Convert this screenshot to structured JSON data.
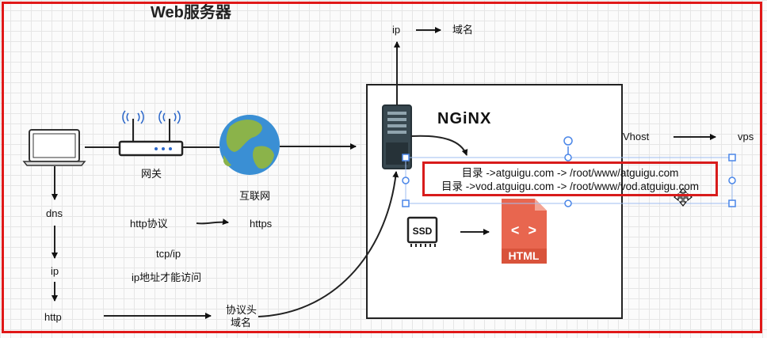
{
  "title": "Web服务器",
  "nodes": {
    "gateway": "网关",
    "internet": "互联网",
    "dns": "dns",
    "ip_left": "ip",
    "http": "http",
    "http_protocol": "http协议",
    "https": "https",
    "tcpip": "tcp/ip",
    "ip_access": "ip地址才能访问",
    "header_line1": "协议头",
    "header_line2": "域名",
    "ip_top": "ip",
    "domain_top": "域名",
    "vhost": "Vhost",
    "vps": "vps",
    "nginx": "NGiNX",
    "ssd": "SSD",
    "html": "HTML",
    "html_code": "< >"
  },
  "mapping": {
    "line1": "目录 ->atguigu.com -> /root/www/atguigu.com",
    "line2": "目录 ->vod.atguigu.com -> /root/www/vod.atguigu.com"
  },
  "colors": {
    "highlight_border": "#d81b1b",
    "outer_frame": "#e01818",
    "html_file": "#e8664f",
    "globe_ocean": "#3a8fd4",
    "globe_land": "#8bb34a",
    "selection": "#4a86e8"
  }
}
